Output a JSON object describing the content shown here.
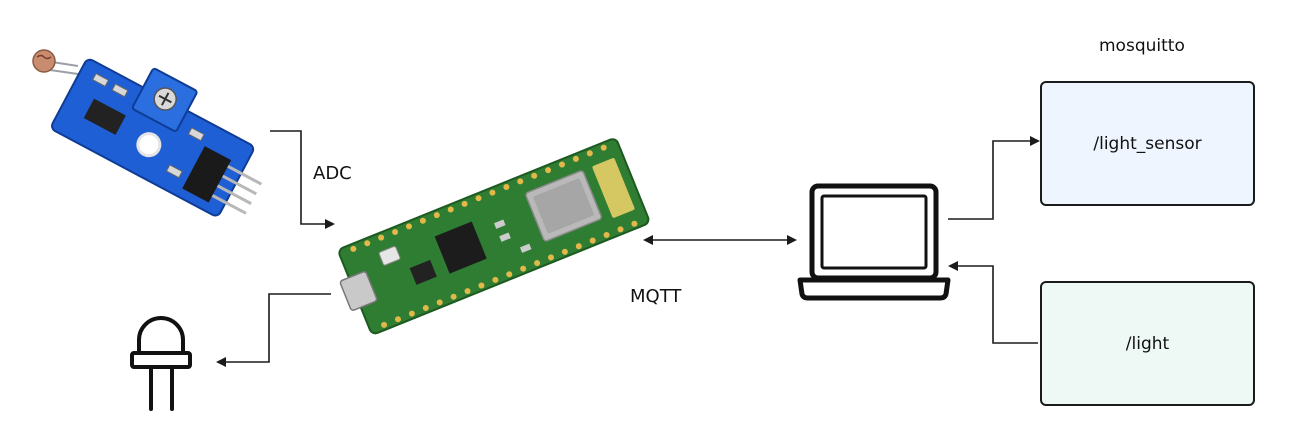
{
  "labels": {
    "adc": "ADC",
    "mqtt": "MQTT",
    "broker": "mosquitto"
  },
  "topics": {
    "sensor": "/light_sensor",
    "light": "/light"
  },
  "colors": {
    "pcb_blue": "#1f5fd6",
    "pico_green": "#2f7d32",
    "sensor_box": "#eef5ff",
    "light_box": "#eef9f6",
    "line": "#1b1b1b"
  },
  "icons": {
    "sensor": "ldr-light-sensor-module",
    "board": "raspberry-pi-pico-w-board",
    "led": "led-icon",
    "laptop": "laptop-icon"
  }
}
